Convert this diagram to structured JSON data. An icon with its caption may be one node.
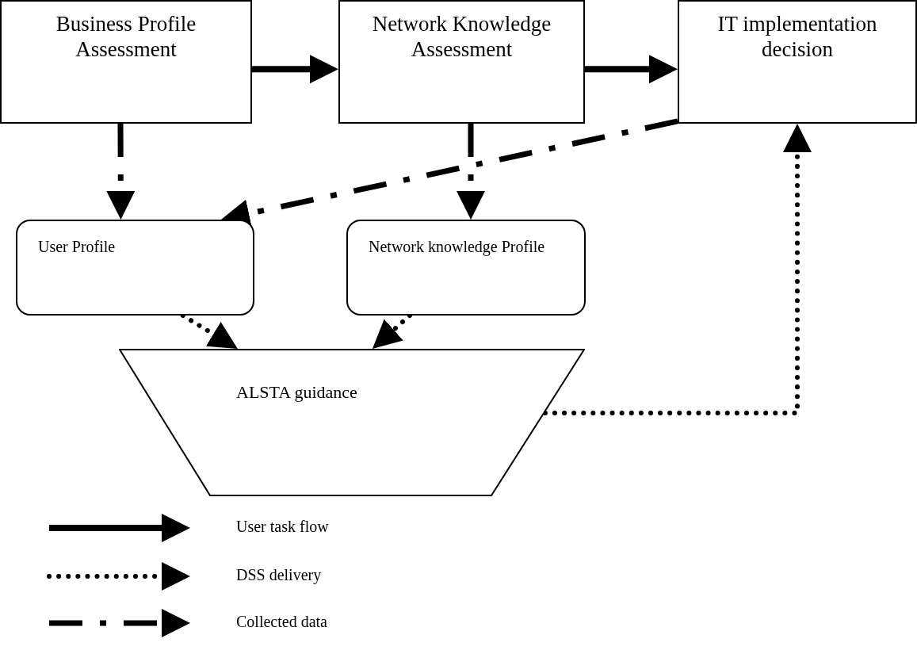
{
  "diagram": {
    "nodes": [
      {
        "text": [
          "Business Profile Assessment"
        ]
      },
      {
        "text": [
          "Network Knowledge Assessment"
        ]
      },
      {
        "text": [
          "IT implementation decision"
        ]
      },
      {
        "text": [
          "User Profile"
        ]
      },
      {
        "text": [
          "Network knowledge Profile"
        ]
      },
      {
        "text": [
          "ALSTA guidance"
        ]
      }
    ],
    "edges": [
      {
        "from": 0,
        "to": 1,
        "arrow": "to"
      },
      {
        "from": 1,
        "to": 2,
        "arrow": "to"
      },
      {
        "from": 0,
        "to": 3,
        "arrow": "to",
        "style": "dashed"
      },
      {
        "from": 1,
        "to": 4,
        "arrow": "to",
        "style": "dashed"
      },
      {
        "from": 2,
        "to": 3,
        "arrow": "to",
        "style": "dashed"
      },
      {
        "from": 3,
        "to": 5,
        "arrow": "to",
        "style": "dashed"
      },
      {
        "from": 4,
        "to": 5,
        "arrow": "to",
        "style": "dashed"
      },
      {
        "from": 5,
        "to": 2,
        "arrow": "to",
        "style": "dashed"
      }
    ],
    "legend": [
      {
        "text": "User task flow"
      },
      {
        "text": "DSS delivery"
      },
      {
        "text": "Collected data"
      }
    ]
  }
}
